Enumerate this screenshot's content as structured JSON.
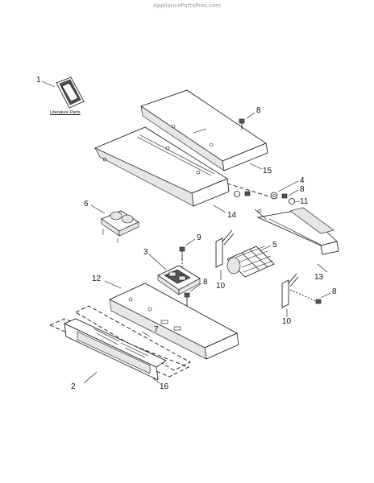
{
  "watermark": "AppliancePartsPros.com",
  "literature_label": "Literature Parts",
  "callouts": [
    "1",
    "8",
    "15",
    "4",
    "8",
    "11",
    "14",
    "6",
    "5",
    "9",
    "3",
    "10",
    "12",
    "8",
    "13",
    "8",
    "10",
    "7",
    "2",
    "16"
  ]
}
